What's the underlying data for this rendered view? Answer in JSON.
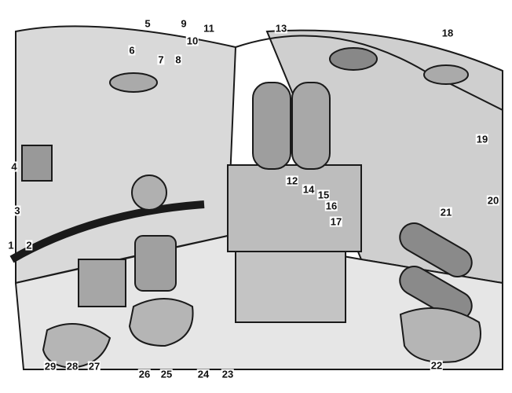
{
  "diagram": {
    "type": "technical illustration with numbered callouts",
    "ink_color": "#1a1a1a",
    "callouts": [
      "1",
      "2",
      "3",
      "4",
      "5",
      "6",
      "7",
      "8",
      "9",
      "10",
      "11",
      "12",
      "13",
      "14",
      "15",
      "16",
      "17",
      "18",
      "19",
      "20",
      "21",
      "22",
      "23",
      "24",
      "25",
      "26",
      "27",
      "28",
      "29"
    ]
  }
}
